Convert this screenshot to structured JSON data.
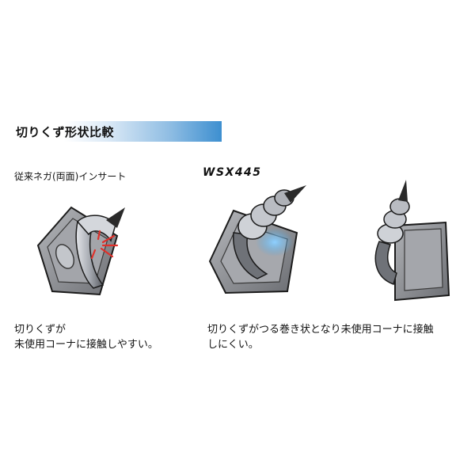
{
  "section": {
    "title": "切りくず形状比較"
  },
  "conventional": {
    "label": "従来ネガ(両面)インサート",
    "caption_lines": [
      "切りくずが",
      "未使用コーナに接触しやすい。"
    ]
  },
  "product": {
    "name": "WSX445",
    "caption_lines": [
      "切りくずがつる巻き状となり未使用コーナに接触",
      "しにくい。"
    ]
  },
  "colors": {
    "insert_body": "#8d8f94",
    "insert_face": "#a9abaf",
    "chip_silver": "#c9ccd2",
    "contact_red": "#e0302a",
    "highlight_blue": "#4aa8e6",
    "header_gradient_end": "#3d8fd0"
  }
}
